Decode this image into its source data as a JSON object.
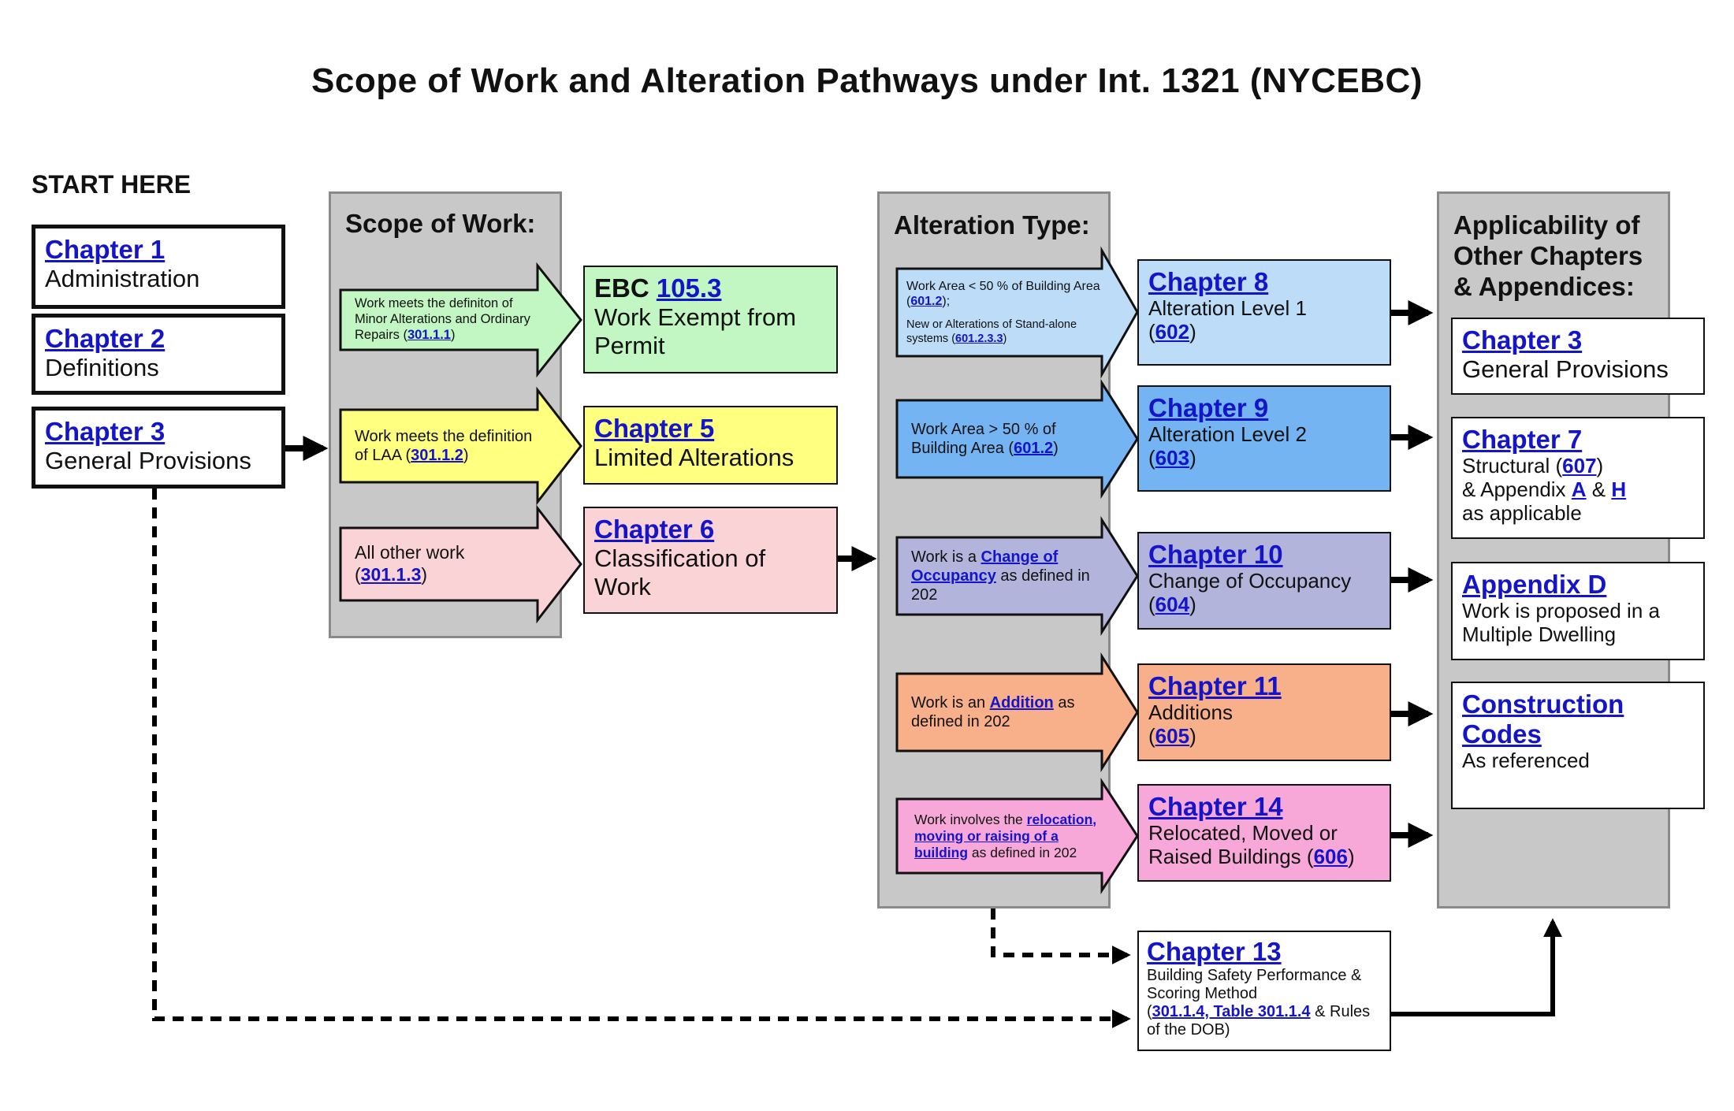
{
  "title": "Scope of Work and Alteration Pathways under Int. 1321 (NYCEBC)",
  "start_label": "START HERE",
  "colors": {
    "link": "#1414c8",
    "panel": "#c8c8c8",
    "green": "#c2f6c2",
    "yellow": "#ffff80",
    "pink": "#fad3d6",
    "light_blue": "#bcdcf8",
    "mid_blue": "#74b4f2",
    "lavender": "#b2b4dc",
    "orange": "#f8b08a",
    "magenta": "#f8a8d8"
  },
  "start_boxes": [
    {
      "heading": "Chapter 1",
      "text": "Administration"
    },
    {
      "heading": "Chapter 2",
      "text": "Definitions"
    },
    {
      "heading": "Chapter 3",
      "text": "General Provisions"
    }
  ],
  "scope": {
    "title": "Scope of Work:",
    "arrows": [
      {
        "pre": "Work meets the definiton of Minor Alterations and Ordinary Repairs (",
        "link": "301.1.1",
        "post": ")"
      },
      {
        "pre": "Work meets the definition of LAA (",
        "link": "301.1.2",
        "post": ")"
      },
      {
        "pre": "All other work (",
        "link": "301.1.3",
        "post": ")"
      }
    ],
    "boxes": [
      {
        "heading_pre": "EBC ",
        "heading_link": "105.3",
        "text": "Work Exempt from Permit"
      },
      {
        "heading": "Chapter 5",
        "text": "Limited Alterations"
      },
      {
        "heading": "Chapter 6",
        "text": "Classification of Work"
      }
    ]
  },
  "alteration": {
    "title": "Alteration Type:",
    "arrows": [
      {
        "line1_pre": "Work Area < 50 % of Building Area (",
        "line1_link": "601.2",
        "line1_post": ");",
        "line2_pre": "New or Alterations of Stand-alone systems (",
        "line2_link": "601.2.3.3",
        "line2_post": ")"
      },
      {
        "pre": "Work Area > 50 % of Building Area (",
        "link": "601.2",
        "post": ")"
      },
      {
        "pre": "Work is a ",
        "link": "Change of Occupancy",
        "post": " as defined in 202"
      },
      {
        "pre": "Work is an ",
        "link": "Addition",
        "post": " as defined in 202"
      },
      {
        "pre": "Work involves the ",
        "link": "relocation, moving or raising of a building",
        "post": " as defined in 202"
      }
    ],
    "boxes": [
      {
        "heading": "Chapter 8",
        "text": "Alteration Level 1",
        "ref": "602"
      },
      {
        "heading": "Chapter 9",
        "text": "Alteration Level 2",
        "ref": "603"
      },
      {
        "heading": "Chapter 10",
        "text": "Change of Occupancy",
        "ref": "604"
      },
      {
        "heading": "Chapter 11",
        "text": "Additions",
        "ref": "605"
      },
      {
        "heading": "Chapter 14",
        "text": "Relocated, Moved or Raised Buildings",
        "ref": "606"
      }
    ],
    "chapter13": {
      "heading": "Chapter 13",
      "text": "Building Safety Performance & Scoring Method",
      "refs": "301.1.4, Table 301.1.4",
      "post": " & Rules of the DOB)"
    }
  },
  "applicability": {
    "title": "Applicability of Other Chapters & Appendices:",
    "boxes": [
      {
        "heading": "Chapter 3",
        "text": "General Provisions"
      },
      {
        "heading": "Chapter 7",
        "text_pre": "Structural (",
        "ref": "607",
        "text_post": ")",
        "line2_pre": "& Appendix ",
        "link_a": "A",
        "amp": " & ",
        "link_h": "H",
        "line3": "as applicable"
      },
      {
        "heading": "Appendix D",
        "text": "Work is proposed in a Multiple Dwelling"
      },
      {
        "heading": "Construction Codes",
        "text": "As referenced"
      }
    ]
  }
}
